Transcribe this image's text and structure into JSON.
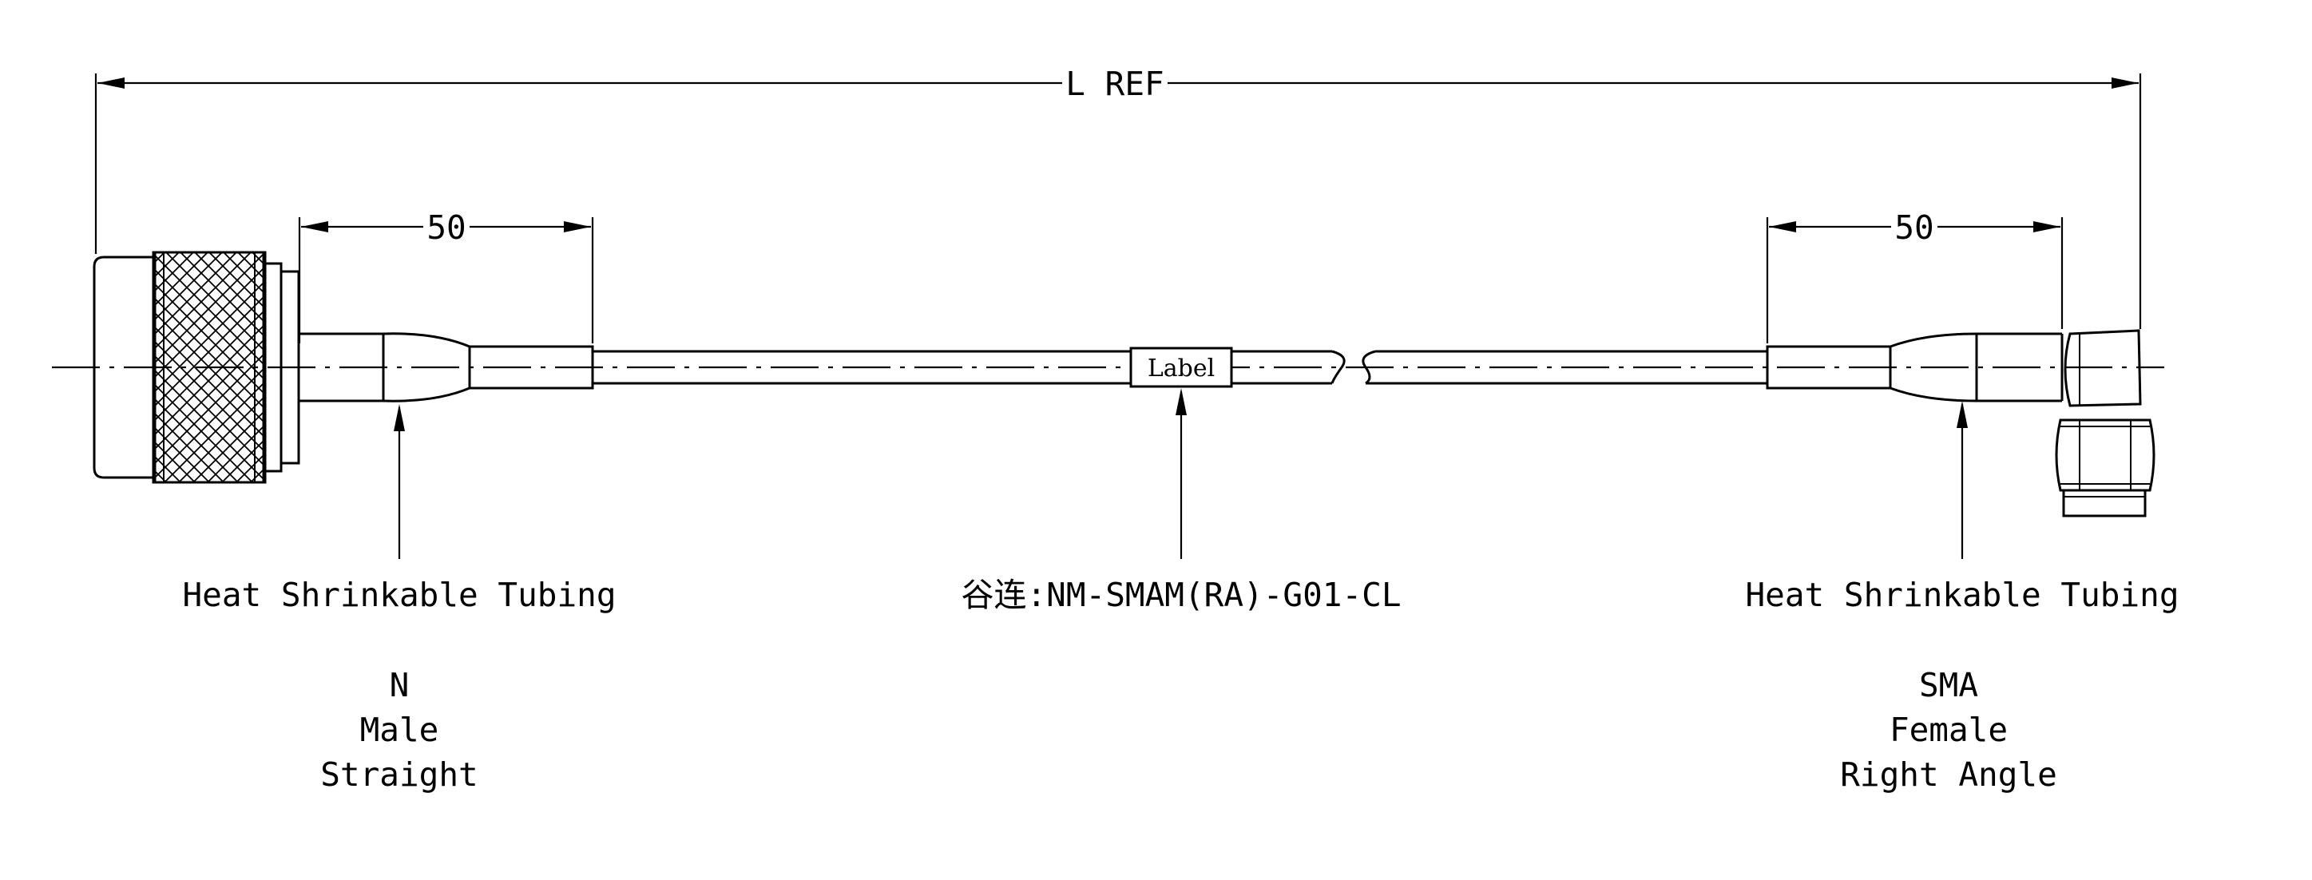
{
  "dimensions": {
    "overall_length": "L REF",
    "left_tubing_length": "50",
    "right_tubing_length": "50"
  },
  "label_box": "Label",
  "callouts": {
    "left_tubing": "Heat Shrinkable Tubing",
    "center_part_number": "谷连:NM-SMAM(RA)-G01-CL",
    "right_tubing": "Heat Shrinkable Tubing"
  },
  "left_connector": {
    "type": "N",
    "gender": "Male",
    "orientation": "Straight"
  },
  "right_connector": {
    "type": "SMA",
    "gender": "Female",
    "orientation": "Right Angle"
  },
  "colors": {
    "line": "#000000",
    "background": "#ffffff"
  }
}
